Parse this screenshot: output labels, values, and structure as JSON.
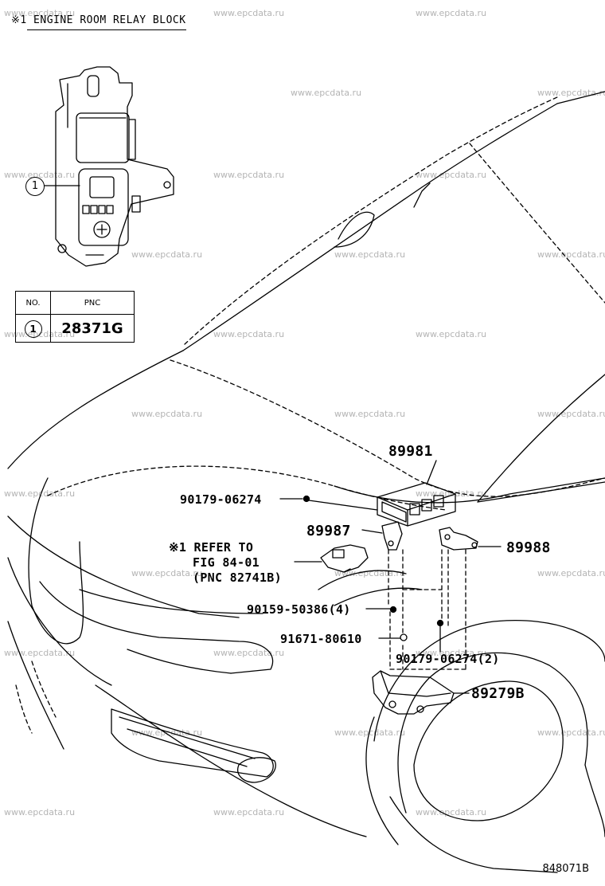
{
  "watermark": "www.epcdata.ru",
  "header": {
    "text": "※1  ENGINE ROOM RELAY BLOCK"
  },
  "callout": "1",
  "pnc_table": {
    "headers": [
      "NO.",
      "PNC"
    ],
    "rows": [
      {
        "no": "1",
        "pnc": "28371G"
      }
    ]
  },
  "parts": {
    "p89981": "89981",
    "p90179_a": "90179-06274",
    "p89987": "89987",
    "p89988": "89988",
    "refer_line1": "※1 REFER TO",
    "refer_line2": "FIG 84-01",
    "refer_line3": "(PNC 82741B)",
    "p90159": "90159-50386(4)",
    "p91671": "91671-80610",
    "p90179_b": "90179-06274(2)",
    "p89279": "89279B"
  },
  "figure_number": "848071B"
}
